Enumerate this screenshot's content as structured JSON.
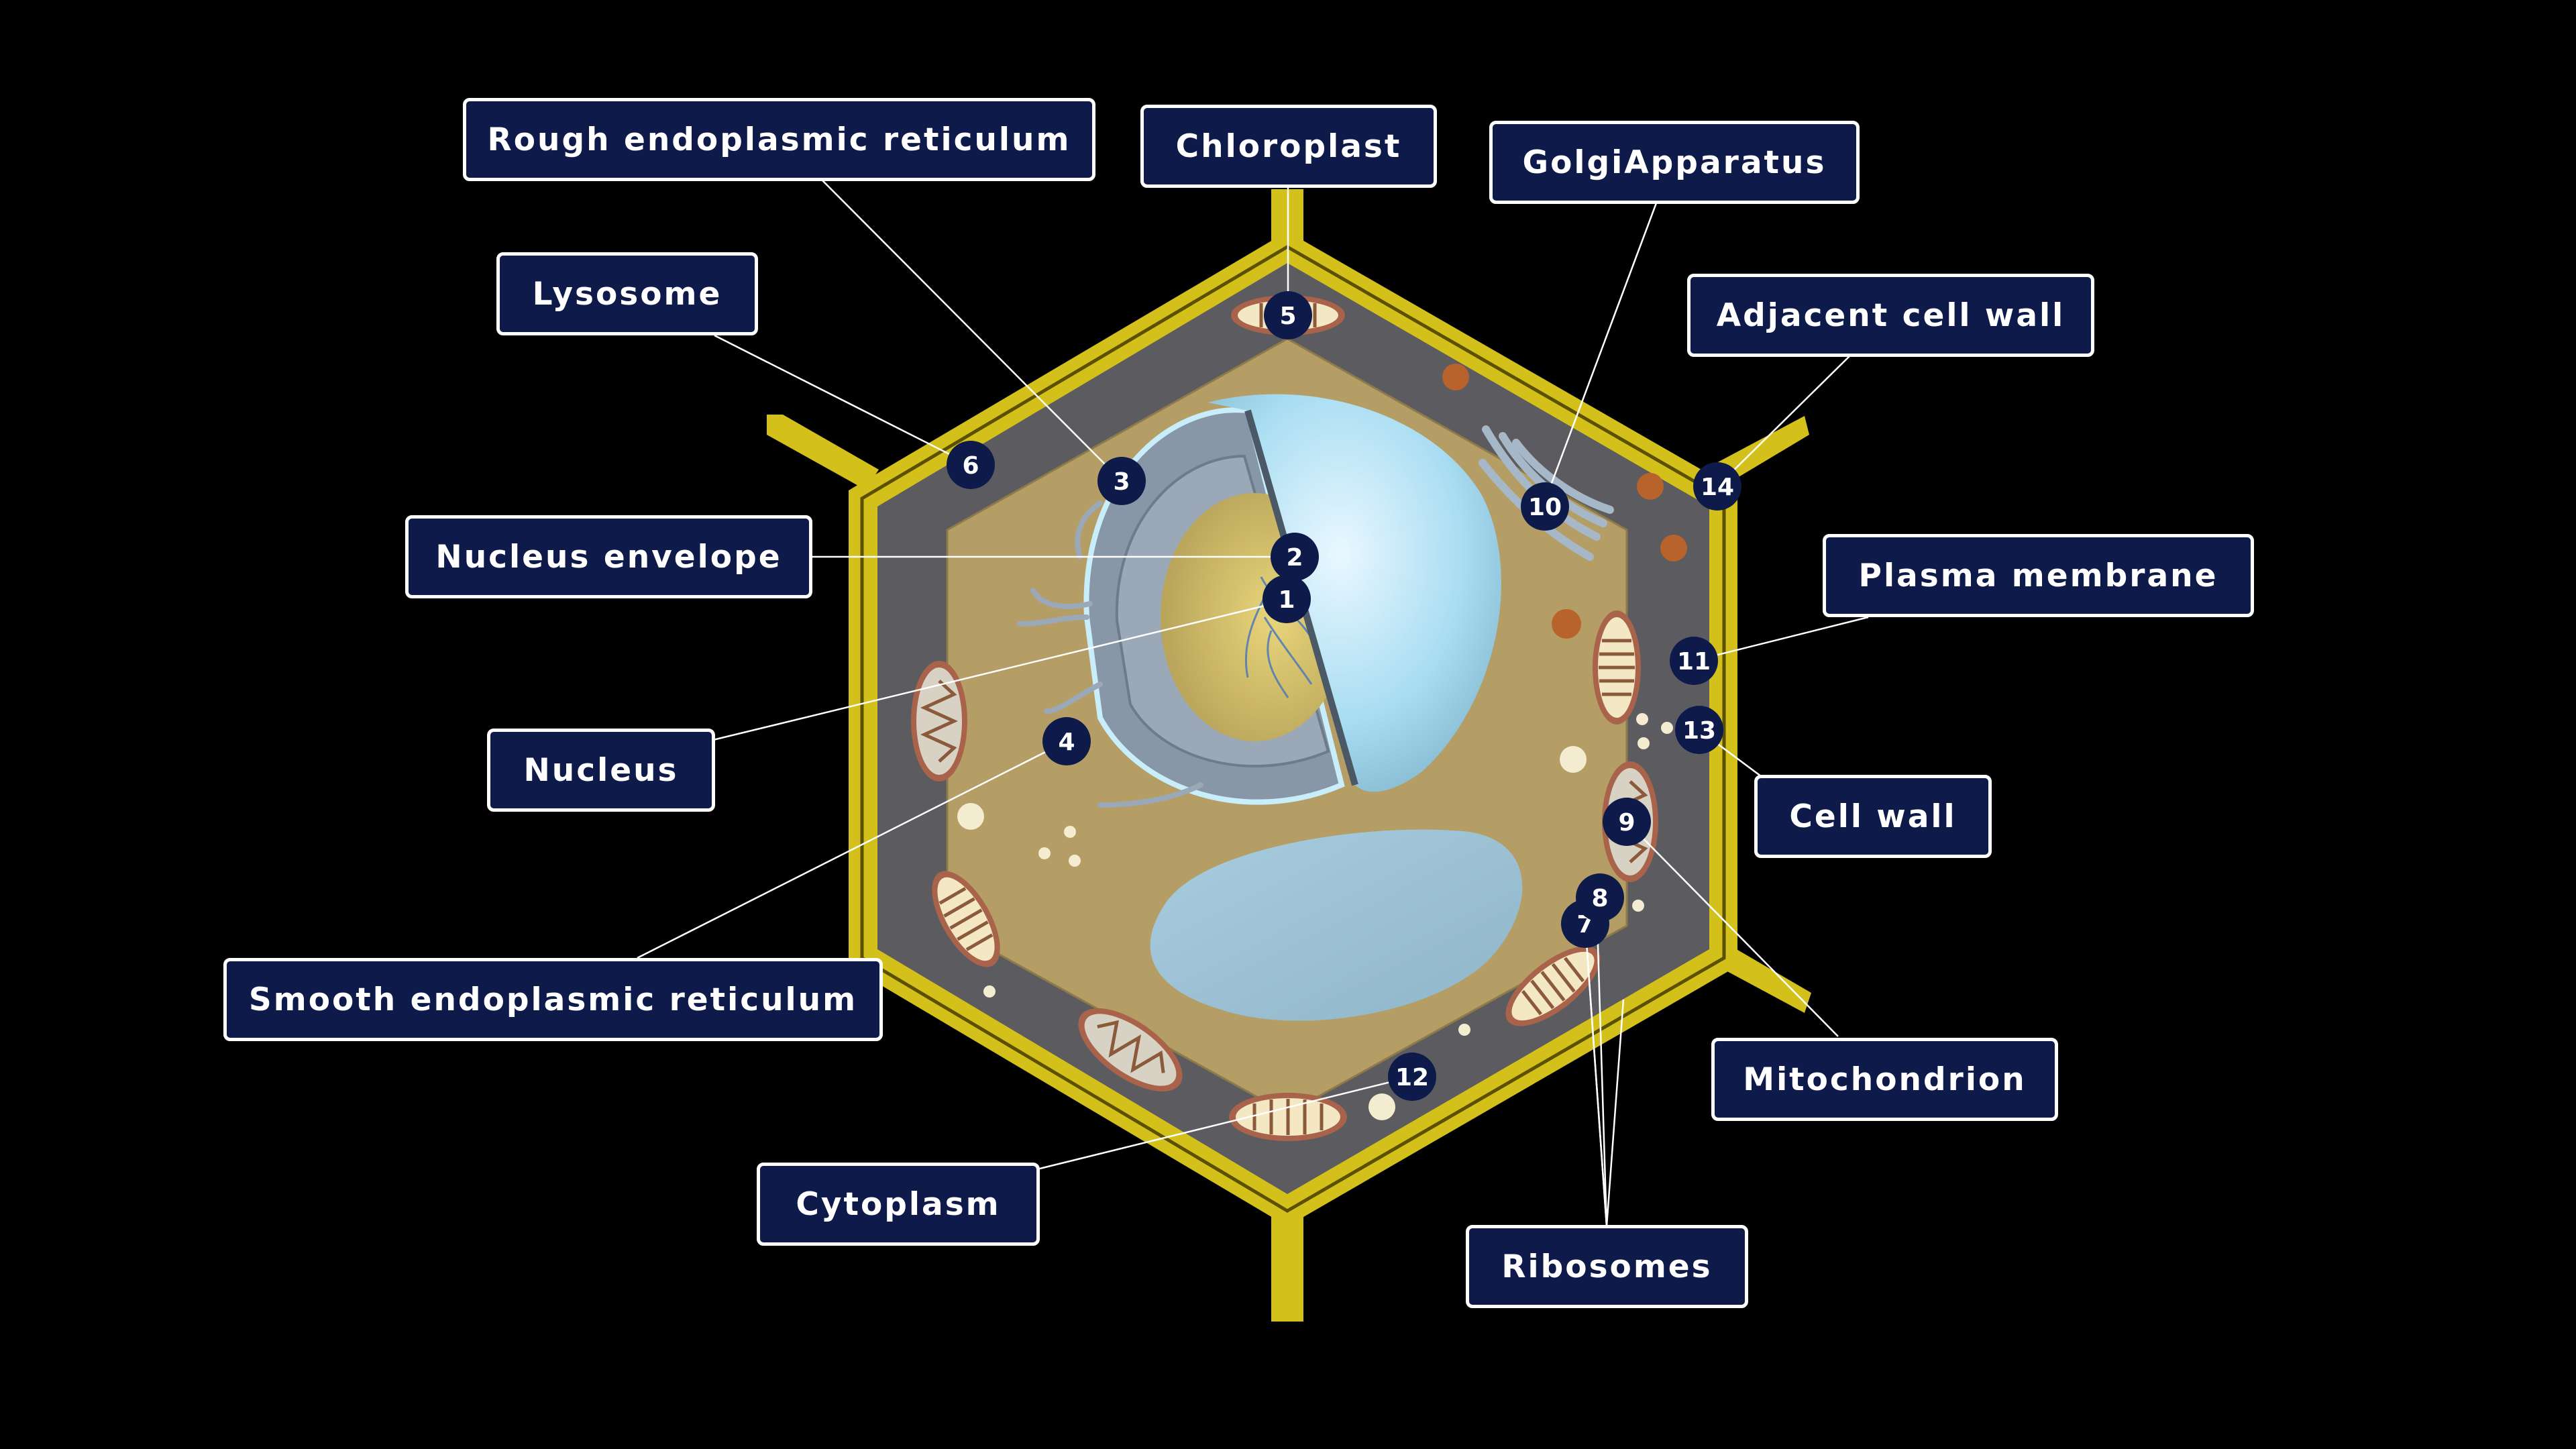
{
  "colors": {
    "background": "#000000",
    "label_fill": "#0d1a4a",
    "label_border": "#ffffff",
    "cell_wall": "#d4c01a",
    "membrane_zone": "#5a5a5e",
    "cytoplasm": "#b59e66",
    "nucleus": "#a9ddf2",
    "vacuole": "#9fc3d6",
    "marker": "#0d1a4a"
  },
  "labels": [
    {
      "id": "rough-er",
      "text": "Rough endoplasmic reticulum"
    },
    {
      "id": "chloroplast",
      "text": "Chloroplast"
    },
    {
      "id": "golgi",
      "text": "GolgiApparatus"
    },
    {
      "id": "lysosome",
      "text": "Lysosome"
    },
    {
      "id": "adjacent-cell-wall",
      "text": "Adjacent cell wall"
    },
    {
      "id": "nucleus-envelope",
      "text": "Nucleus envelope"
    },
    {
      "id": "plasma-membrane",
      "text": "Plasma membrane"
    },
    {
      "id": "nucleus",
      "text": "Nucleus"
    },
    {
      "id": "cell-wall",
      "text": "Cell wall"
    },
    {
      "id": "smooth-er",
      "text": "Smooth endoplasmic reticulum"
    },
    {
      "id": "mitochondrion",
      "text": "Mitochondrion"
    },
    {
      "id": "cytoplasm",
      "text": "Cytoplasm"
    },
    {
      "id": "ribosomes",
      "text": "Ribosomes"
    }
  ],
  "markers": [
    "1",
    "2",
    "3",
    "4",
    "5",
    "6",
    "7",
    "8",
    "9",
    "10",
    "11",
    "12",
    "13",
    "14"
  ]
}
